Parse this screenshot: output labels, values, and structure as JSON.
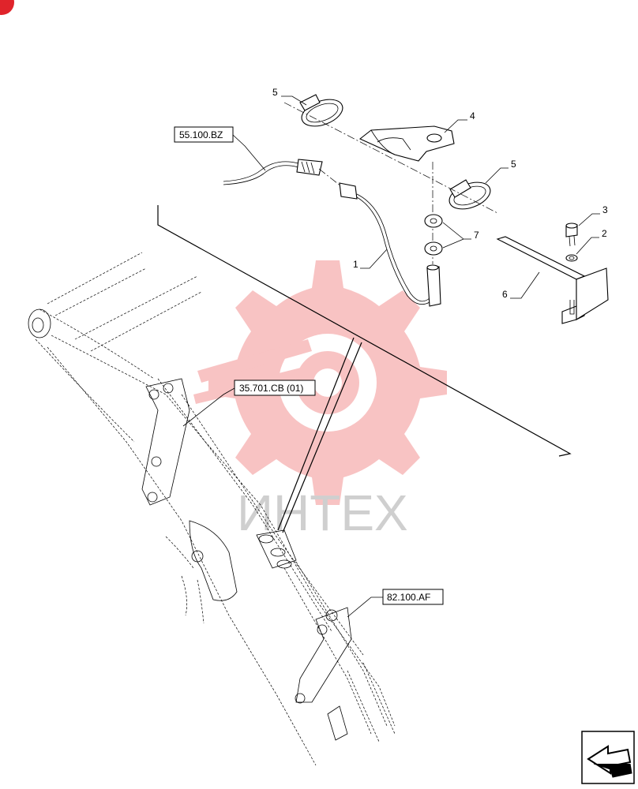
{
  "corner_badge": {
    "color": "#e0242b"
  },
  "watermark": {
    "text": "ИНТЕХ",
    "color": "#f4a5a5"
  },
  "references": {
    "ref1": "55.100.BZ",
    "ref2": "35.701.CB (01)",
    "ref3": "82.100.AF"
  },
  "callouts": {
    "c1": "1",
    "c2": "2",
    "c3": "3",
    "c4": "4",
    "c5a": "5",
    "c5b": "5",
    "c6": "6",
    "c7": "7"
  },
  "nav_icon": {
    "name": "next-page-arrow-icon"
  }
}
